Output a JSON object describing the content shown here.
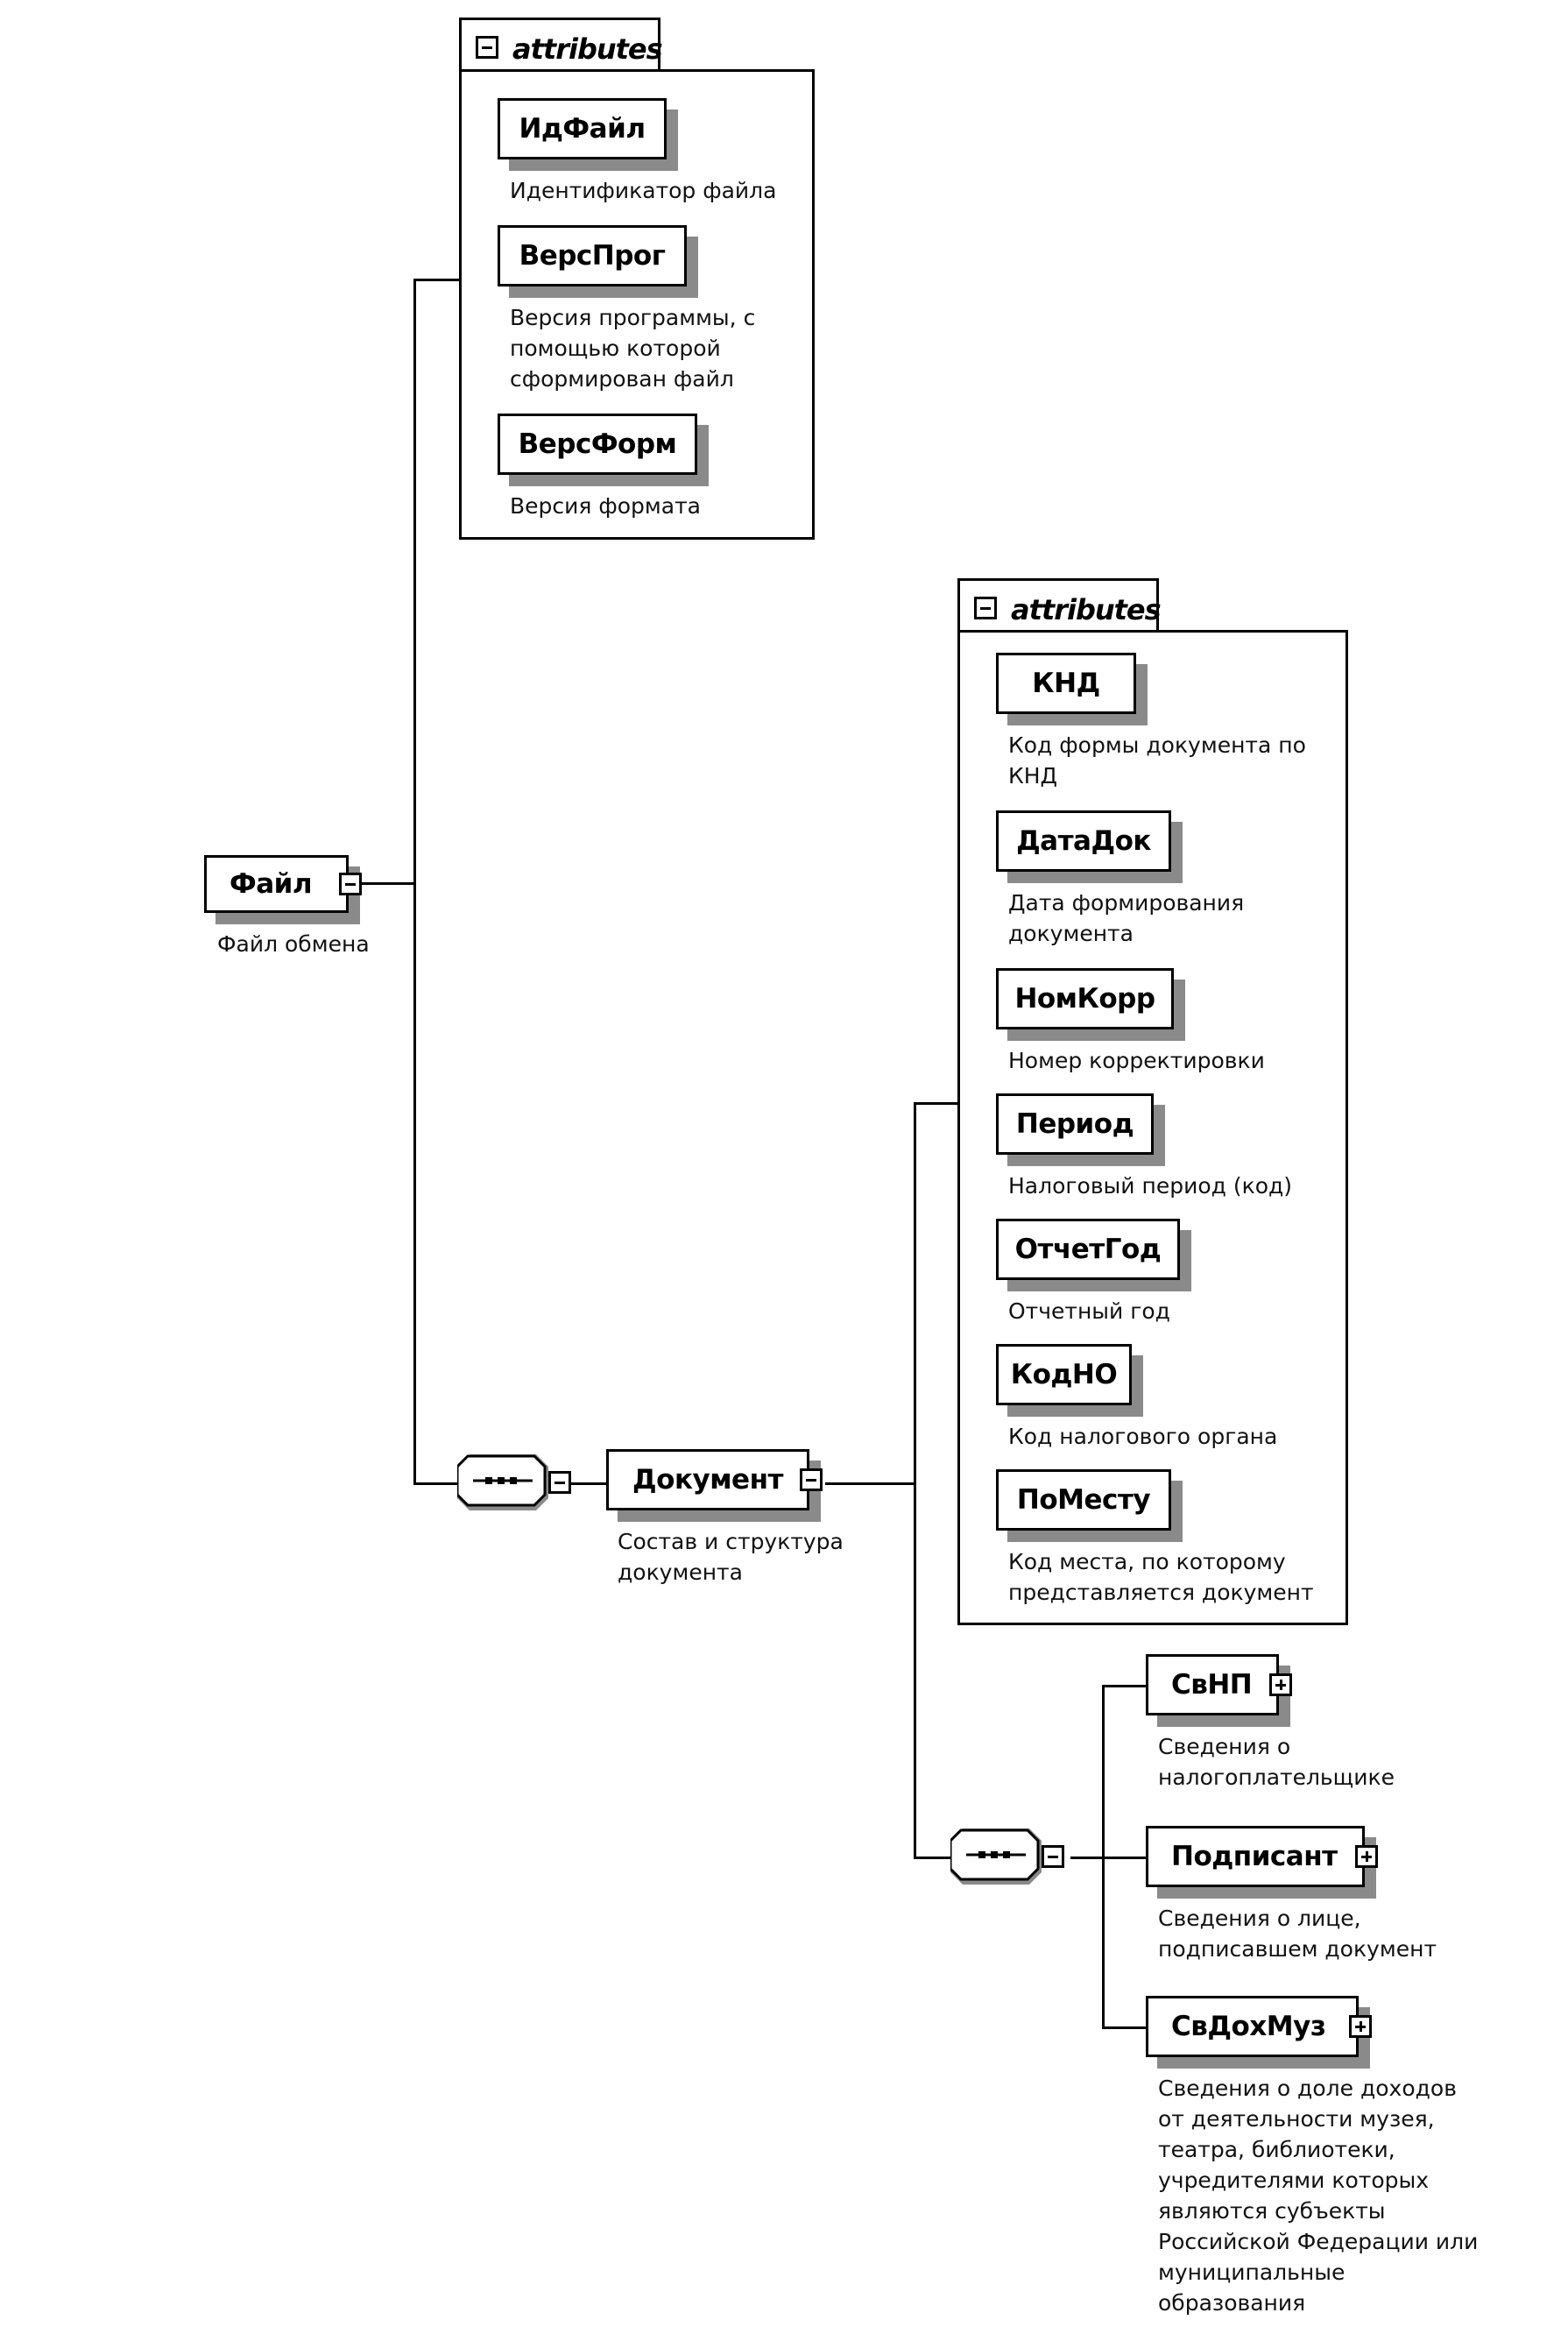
{
  "root": {
    "name": "Файл",
    "description": "Файл обмена"
  },
  "file_attributes": {
    "label": "attributes",
    "items": [
      {
        "name": "ИдФайл",
        "description": [
          "Идентификатор файла"
        ]
      },
      {
        "name": "ВерсПрог",
        "description": [
          "Версия программы, с",
          "помощью которой",
          "сформирован файл"
        ]
      },
      {
        "name": "ВерсФорм",
        "description": [
          "Версия формата"
        ]
      }
    ]
  },
  "document": {
    "name": "Документ",
    "description": [
      "Состав и структура",
      "документа"
    ]
  },
  "document_attributes": {
    "label": "attributes",
    "items": [
      {
        "name": "КНД",
        "description": [
          "Код формы документа по",
          "КНД"
        ]
      },
      {
        "name": "ДатаДок",
        "description": [
          "Дата формирования",
          "документа"
        ]
      },
      {
        "name": "НомКорр",
        "description": [
          "Номер корректировки"
        ]
      },
      {
        "name": "Период",
        "description": [
          "Налоговый период (код)"
        ]
      },
      {
        "name": "ОтчетГод",
        "description": [
          "Отчетный год"
        ]
      },
      {
        "name": "КодНО",
        "description": [
          "Код налогового органа"
        ]
      },
      {
        "name": "ПоМесту",
        "description": [
          "Код места, по которому",
          "представляется документ"
        ]
      }
    ]
  },
  "children": [
    {
      "name": "СвНП",
      "description": [
        "Сведения о",
        "налогоплательщике"
      ]
    },
    {
      "name": "Подписант",
      "description": [
        "Сведения о лице,",
        "подписавшем документ"
      ]
    },
    {
      "name": "СвДохМуз",
      "description": [
        "Сведения о доле доходов",
        "от деятельности музея,",
        "театра, библиотеки,",
        "учредителями которых",
        "являются субъекты",
        "Российской Федерации или",
        "муниципальные",
        "образования"
      ]
    }
  ]
}
